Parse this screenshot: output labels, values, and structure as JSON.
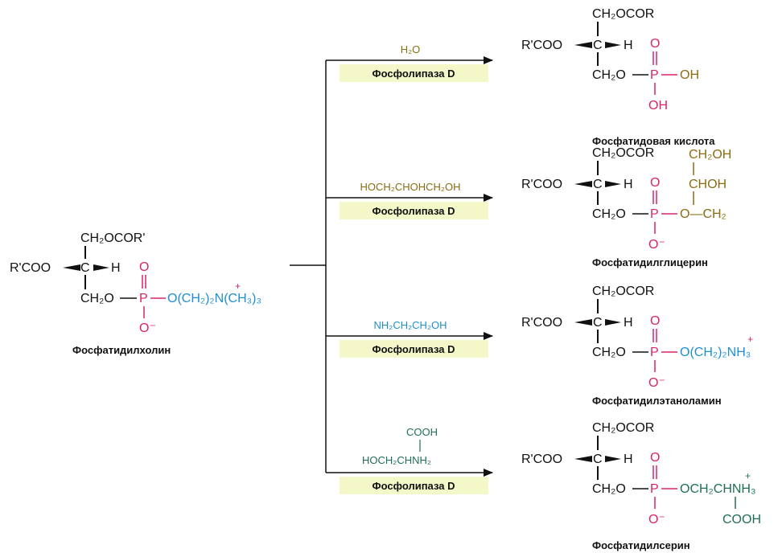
{
  "colors": {
    "black": "#111111",
    "phosphate": "#d8236a",
    "choline": "#1f8fd2",
    "glycerol": "#8a6c12",
    "serine": "#1f6e57",
    "water": "#8a6c12",
    "enzyme_bg": "#f4f7c8"
  },
  "common": {
    "ch2ocor_top": "CH₂OCOR",
    "rcoo": "R'COO",
    "c": "C",
    "h": "H",
    "ch2o": "CH₂O",
    "p": "P",
    "o": "O",
    "o_minus": "O⁻",
    "enzyme": "Фосфолипаза D"
  },
  "left": {
    "ch2ocor": "CH₂OCOR'",
    "head": "O(CH₂)₂N(CH₃)₃",
    "plus": "+",
    "name": "Фосфатидилхолин"
  },
  "reactions": [
    {
      "reagent": [
        "H₂O"
      ],
      "reagent_color": "water",
      "product_head": [
        "OH"
      ],
      "product_extra": "OH",
      "name": "Фосфатидовая кислота"
    },
    {
      "reagent": [
        "HOCH₂CHOHCH₂OH"
      ],
      "reagent_color": "glycerol",
      "product_head": [
        "O—CH₂",
        "CHOH",
        "CH₂OH"
      ],
      "name": "Фосфатидилглицерин"
    },
    {
      "reagent": [
        "NH₂CH₂CH₂OH"
      ],
      "reagent_color": "choline",
      "product_head": [
        "O(CH₂)₂NH₃",
        "+"
      ],
      "name": "Фосфатидилэтаноламин"
    },
    {
      "reagent": [
        "COOH",
        "HOCH₂CHNH₂"
      ],
      "reagent_color": "serine",
      "product_head": [
        "OCH₂CHNH₃",
        "+",
        "COOH"
      ],
      "name": "Фосфатидилсерин"
    }
  ]
}
